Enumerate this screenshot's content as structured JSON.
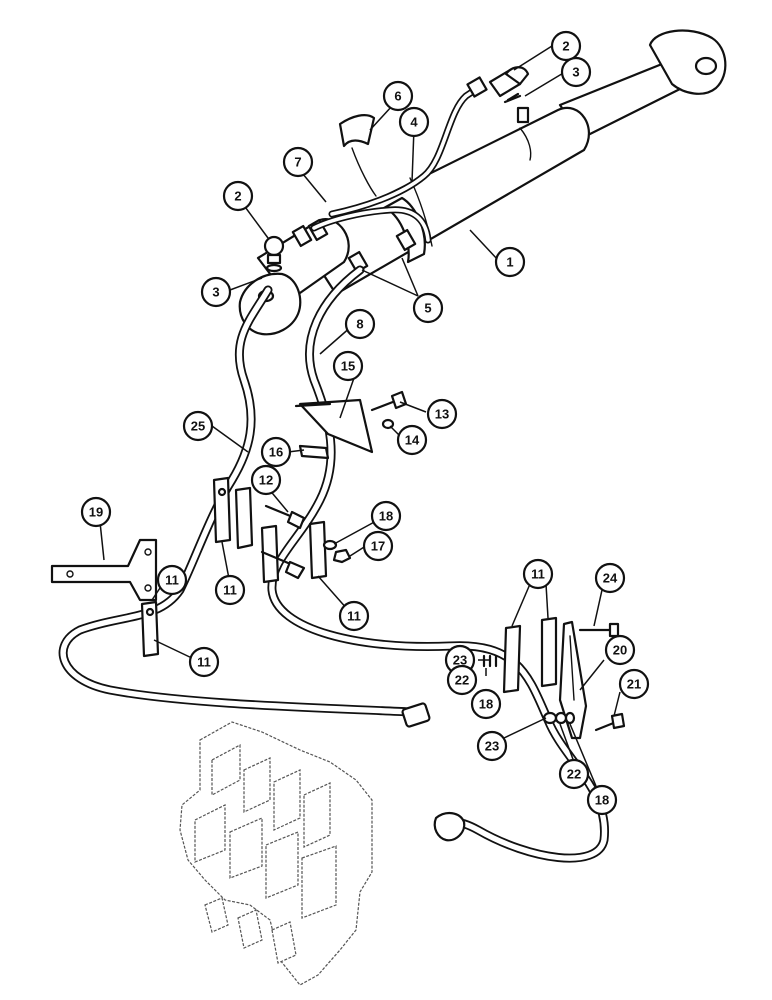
{
  "colors": {
    "line": "#111111",
    "background": "#ffffff",
    "stipple": "#555555"
  },
  "callouts": [
    {
      "id": "c2a",
      "label": "2"
    },
    {
      "id": "c3a",
      "label": "3"
    },
    {
      "id": "c6",
      "label": "6"
    },
    {
      "id": "c4",
      "label": "4"
    },
    {
      "id": "c7",
      "label": "7"
    },
    {
      "id": "c2b",
      "label": "2"
    },
    {
      "id": "c1",
      "label": "1"
    },
    {
      "id": "c3b",
      "label": "3"
    },
    {
      "id": "c5",
      "label": "5"
    },
    {
      "id": "c8",
      "label": "8"
    },
    {
      "id": "c15",
      "label": "15"
    },
    {
      "id": "c13",
      "label": "13"
    },
    {
      "id": "c14",
      "label": "14"
    },
    {
      "id": "c25",
      "label": "25"
    },
    {
      "id": "c16",
      "label": "16"
    },
    {
      "id": "c12",
      "label": "12"
    },
    {
      "id": "c18a",
      "label": "18"
    },
    {
      "id": "c17",
      "label": "17"
    },
    {
      "id": "c19",
      "label": "19"
    },
    {
      "id": "c11a",
      "label": "11"
    },
    {
      "id": "c11b",
      "label": "11"
    },
    {
      "id": "c11c",
      "label": "11"
    },
    {
      "id": "c11d",
      "label": "11"
    },
    {
      "id": "c11e",
      "label": "11"
    },
    {
      "id": "c24",
      "label": "24"
    },
    {
      "id": "c20",
      "label": "20"
    },
    {
      "id": "c23a",
      "label": "23"
    },
    {
      "id": "c22a",
      "label": "22"
    },
    {
      "id": "c18b",
      "label": "18"
    },
    {
      "id": "c21",
      "label": "21"
    },
    {
      "id": "c23b",
      "label": "23"
    },
    {
      "id": "c22b",
      "label": "22"
    },
    {
      "id": "c18c",
      "label": "18"
    }
  ]
}
